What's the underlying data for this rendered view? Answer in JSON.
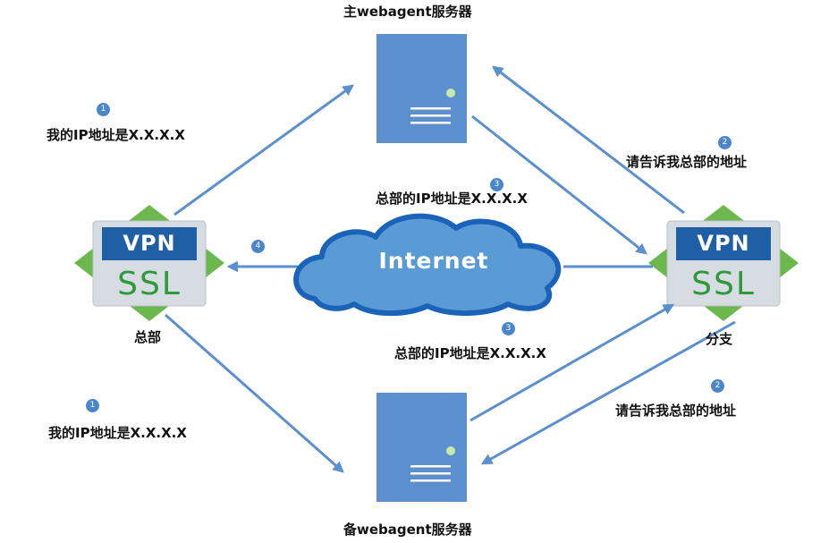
{
  "nodes": {
    "primary_server": "主webagent服务器",
    "backup_server": "备webagent服务器",
    "headquarters": "总部",
    "branch": "分支",
    "internet": "Internet",
    "vpn_badge": "VPN",
    "ssl_badge": "SSL"
  },
  "messages": {
    "hq_to_primary": "我的IP地址是X.X.X.X",
    "hq_to_backup": "我的IP地址是X.X.X.X",
    "branch_to_primary": "请告诉我总部的地址",
    "branch_to_backup": "请告诉我总部的地址",
    "primary_to_branch": "总部的IP地址是X.X.X.X",
    "backup_to_branch": "总部的IP地址是X.X.X.X"
  },
  "steps": {
    "s1": "1",
    "s2": "2",
    "s3": "3",
    "s4": "4"
  },
  "colors": {
    "arrow": "#5b8fcd",
    "server": "#5b8fcd",
    "vpn_blue": "#1f5fa6",
    "ssl_green": "#2e9a3c",
    "diamond_green": "#6cb84e",
    "cloud_blue": "#5b9bd5"
  }
}
